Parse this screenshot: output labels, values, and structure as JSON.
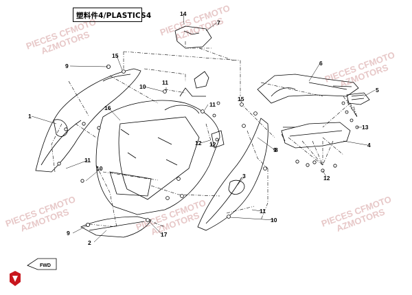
{
  "diagram": {
    "title": "塑料件4/PLASTICS4",
    "watermark": {
      "line1": "PIECES CFMOTO",
      "line2": "AZMOTORS"
    },
    "fwd_label": "FWD",
    "callouts": [
      "1",
      "2",
      "3",
      "4",
      "5",
      "6",
      "7",
      "8",
      "9",
      "9",
      "9",
      "10",
      "10",
      "10",
      "11",
      "11",
      "11",
      "11",
      "12",
      "12",
      "12",
      "13",
      "14",
      "15",
      "15",
      "16",
      "17"
    ],
    "colors": {
      "line": "#000000",
      "watermark": "#e7c8c8",
      "logo": "#c8161d"
    }
  }
}
